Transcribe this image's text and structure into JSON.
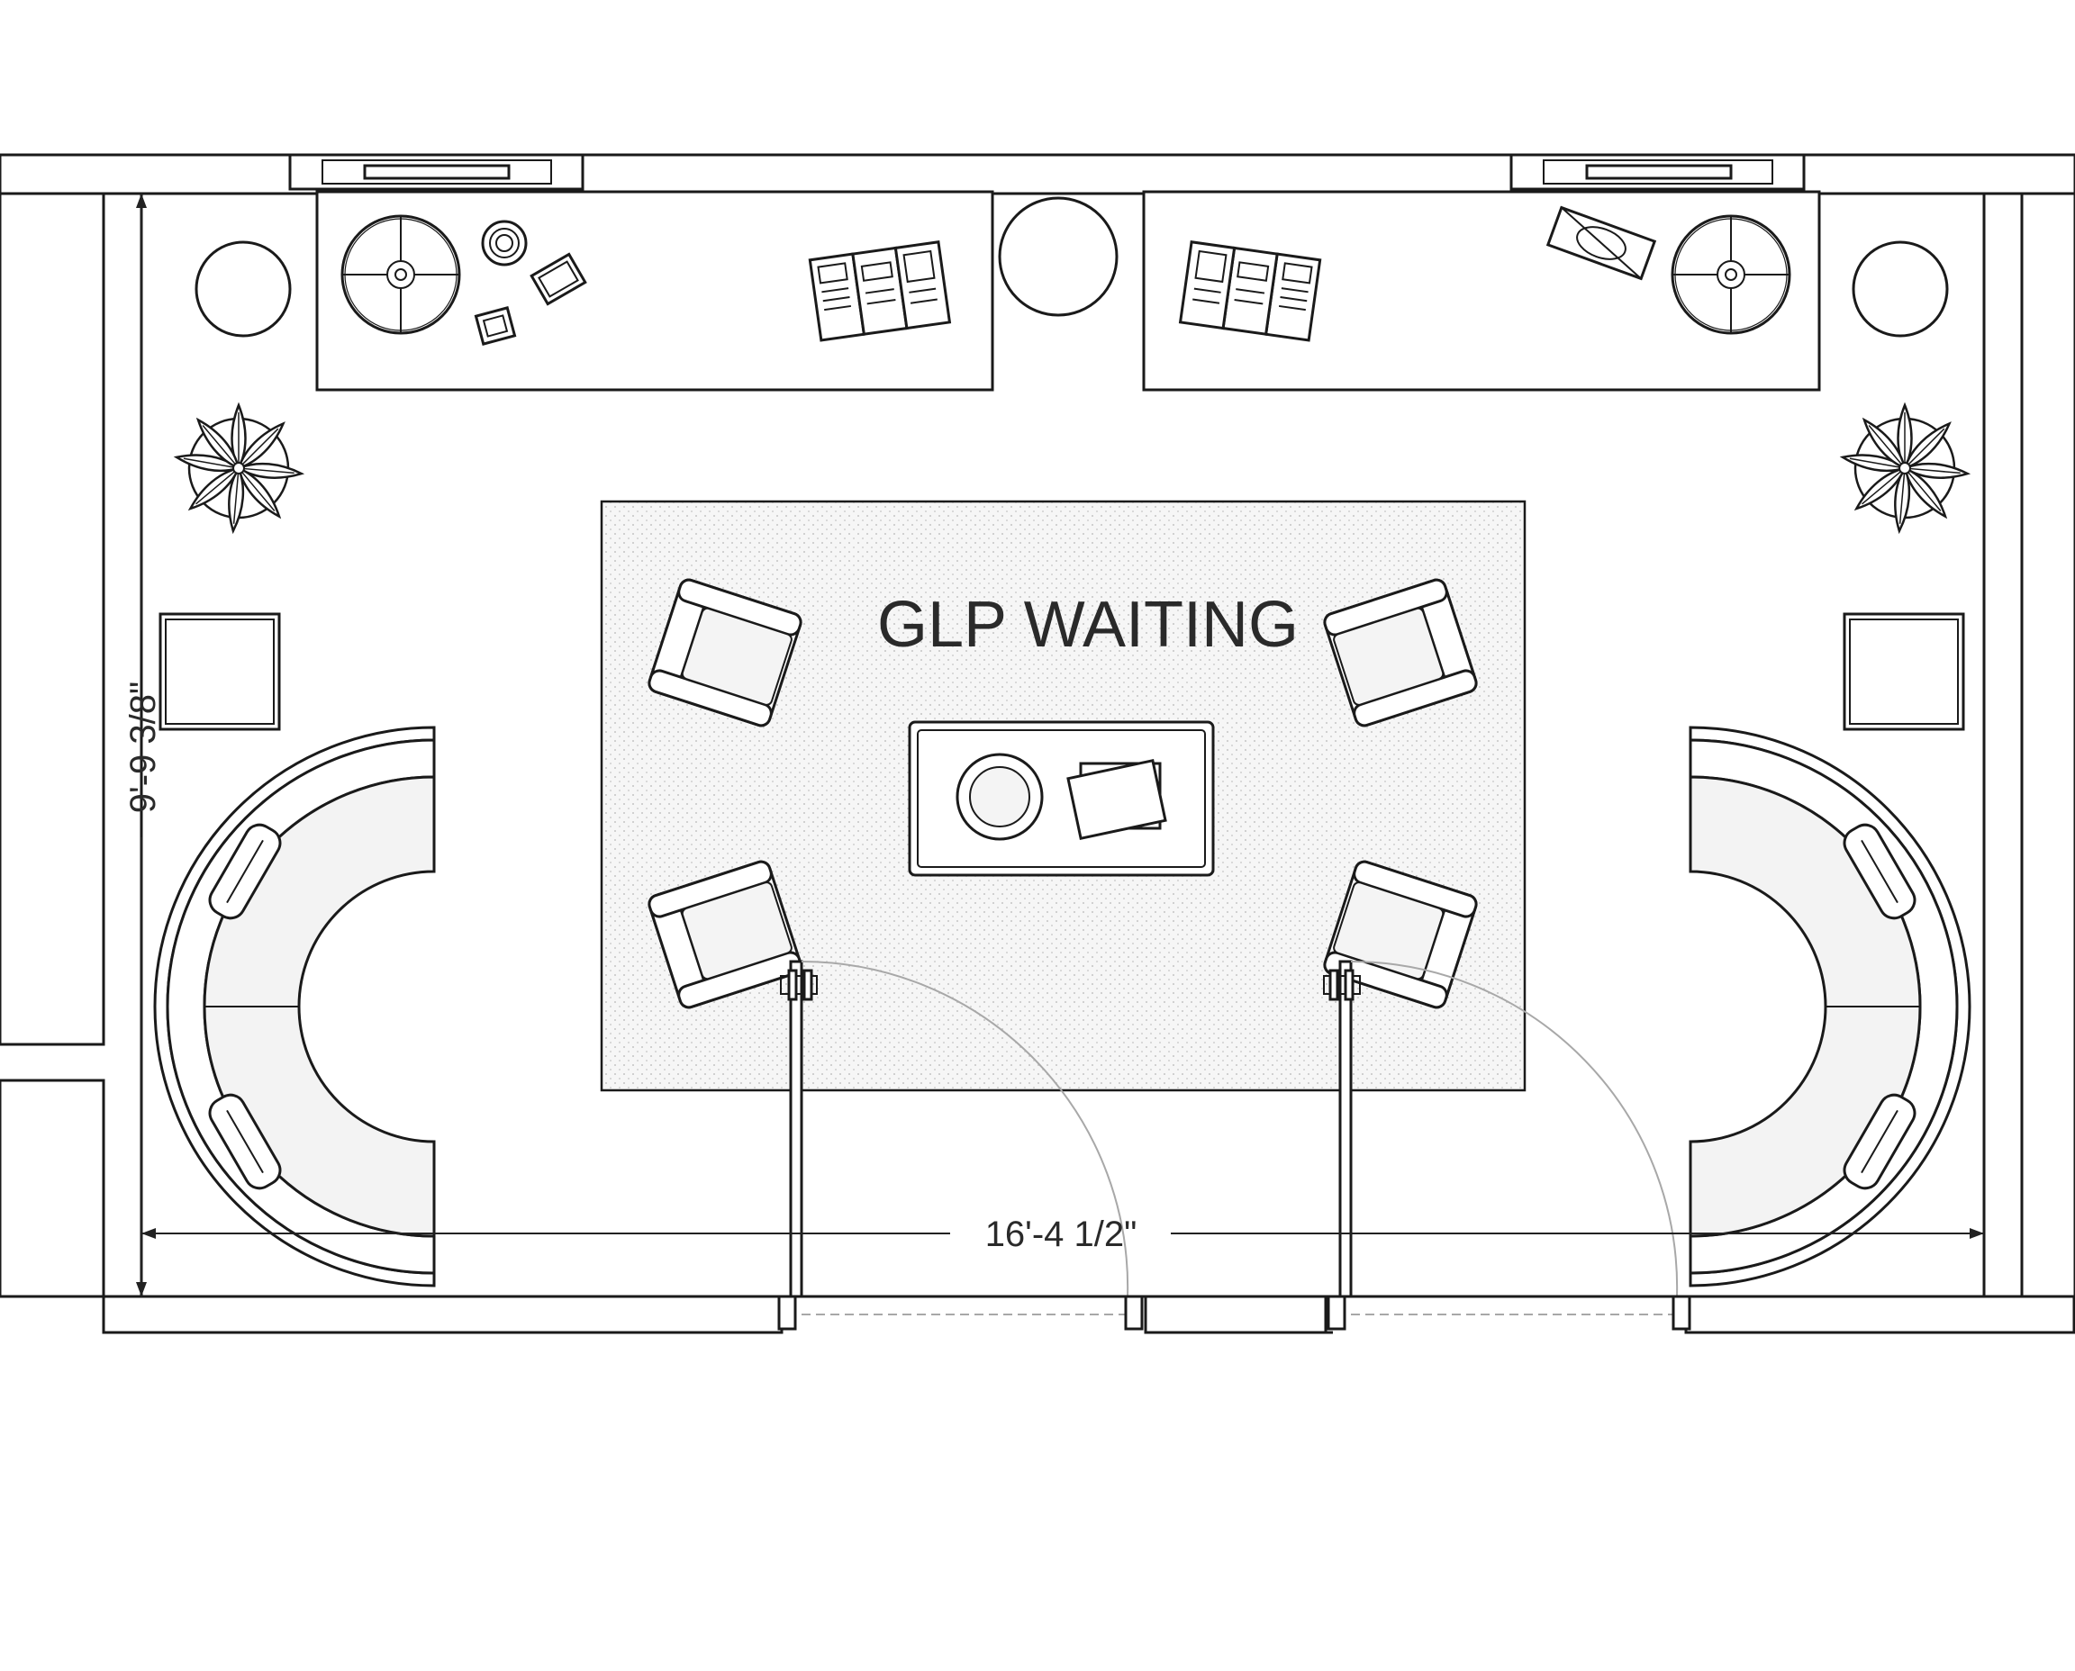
{
  "plan": {
    "room_label": "GLP WAITING",
    "width_dimension": "16'-4 1/2\"",
    "depth_dimension": "9'-9 3/8\""
  },
  "icons": {
    "armchair": "armchair-icon",
    "curved_sofa": "curved-sofa-icon",
    "plant": "potted-plant-icon",
    "lamp": "table-lamp-icon",
    "magazines": "magazines-icon",
    "door": "door-swing-icon"
  },
  "colors": {
    "line": "#1a1a1a",
    "rug": "#f2f2f2",
    "swing_arc": "#a8a8a8"
  }
}
